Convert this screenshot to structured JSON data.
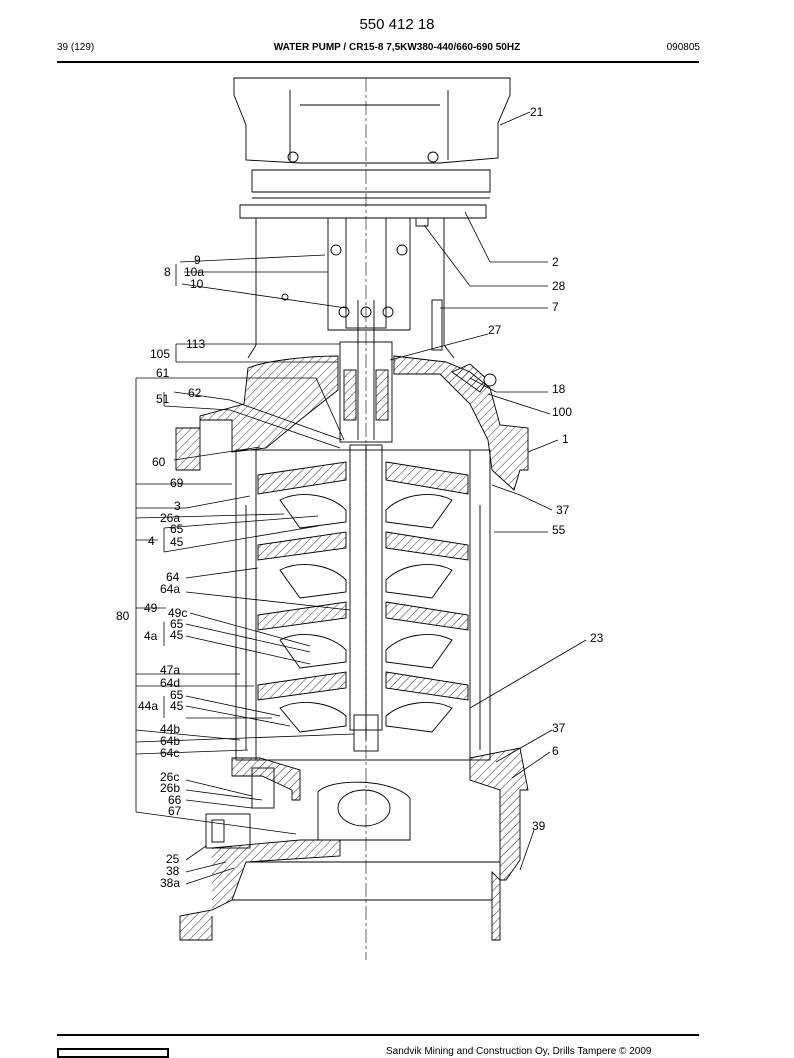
{
  "document": {
    "number": "550 412 18",
    "page": "39 (129)",
    "title": "WATER PUMP / CR15-8 7,5KW380-440/660-690 50HZ",
    "date": "090805",
    "footer_copyright": "Sandvik Mining and Construction Oy, Drills Tampere © 2009"
  },
  "callouts": {
    "c21": "21",
    "c2": "2",
    "c28": "28",
    "c7": "7",
    "c27": "27",
    "c18": "18",
    "c100": "100",
    "c1": "1",
    "c37a": "37",
    "c55": "55",
    "c23": "23",
    "c37b": "37",
    "c6": "6",
    "c39": "39",
    "c9": "9",
    "c8": "8",
    "c10a": "10a",
    "c10": "10",
    "c113": "113",
    "c105": "105",
    "c61": "61",
    "c62": "62",
    "c51": "51",
    "c60": "60",
    "c69": "69",
    "c3": "3",
    "c26a": "26a",
    "c65a": "65",
    "c4": "4",
    "c45a": "45",
    "c64": "64",
    "c64a": "64a",
    "c80": "80",
    "c49": "49",
    "c49c": "49c",
    "c65b": "65",
    "c4a": "4a",
    "c45b": "45",
    "c47a": "47a",
    "c64d": "64d",
    "c65c": "65",
    "c44a": "44a",
    "c45c": "45",
    "c44b": "44b",
    "c64b": "64b",
    "c64c": "64c",
    "c26c": "26c",
    "c26b": "26b",
    "c66": "66",
    "c67": "67",
    "c25": "25",
    "c38": "38",
    "c38a": "38a"
  }
}
